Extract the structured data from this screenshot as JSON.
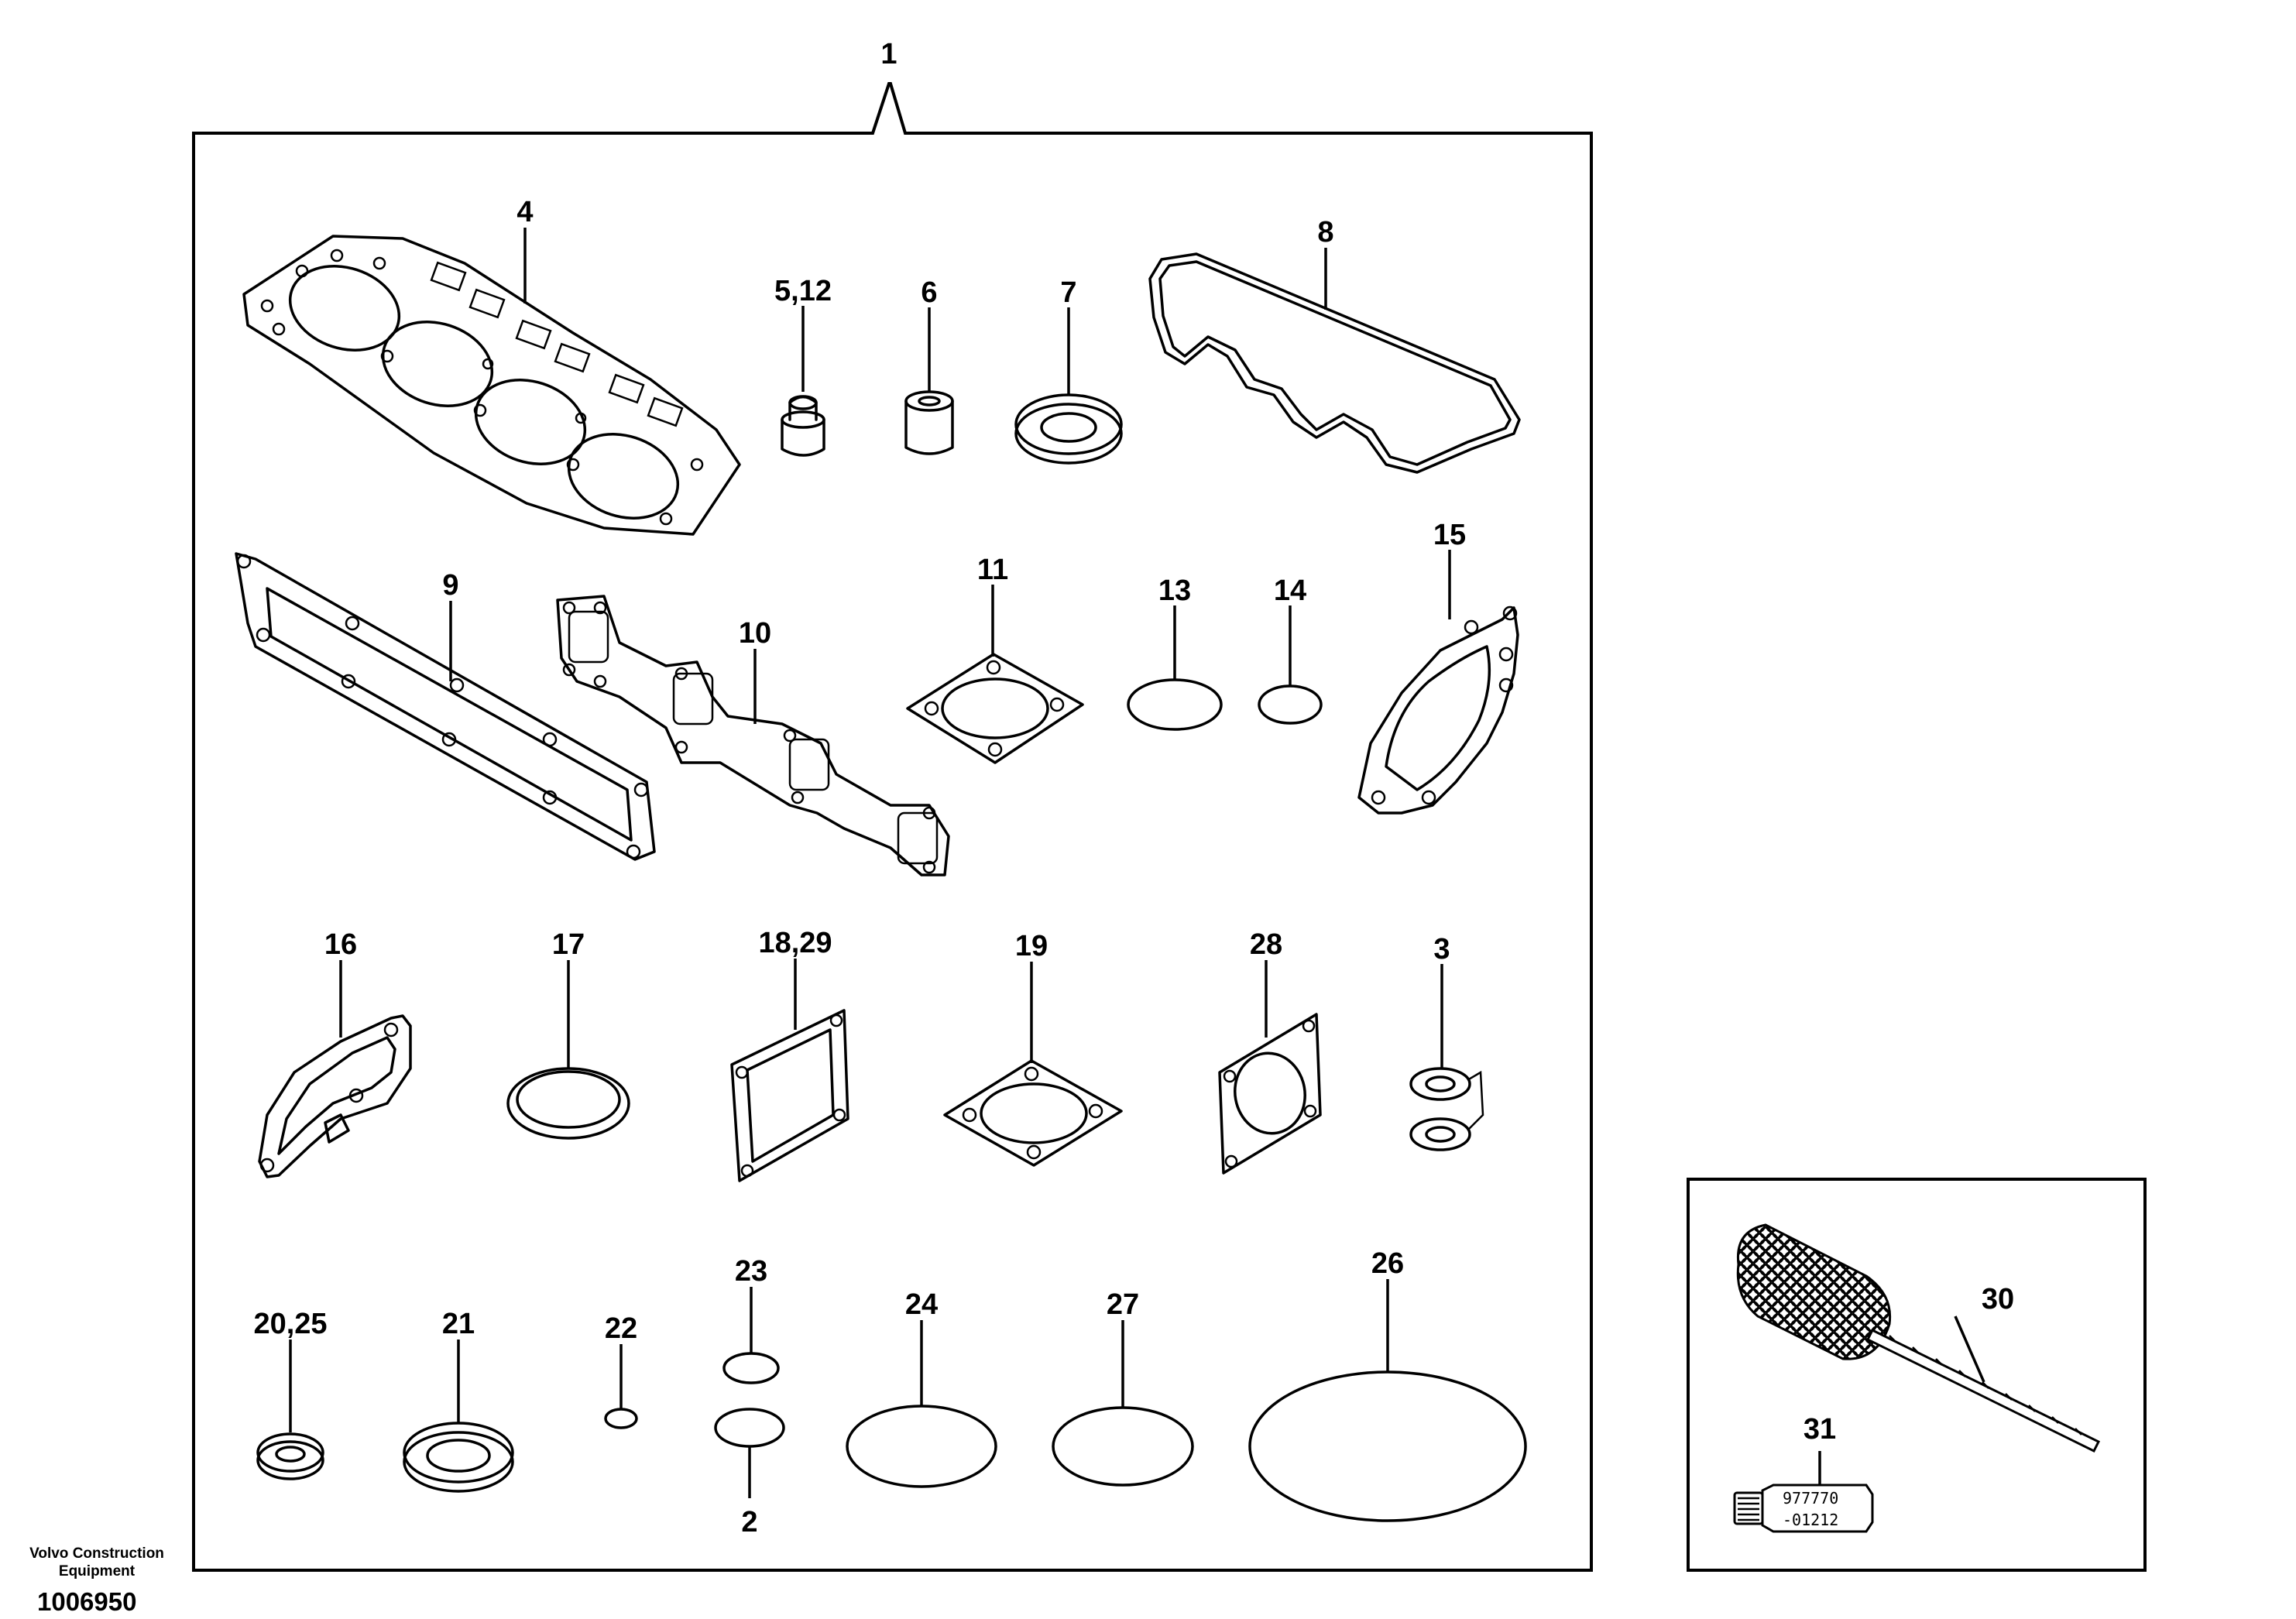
{
  "callouts": {
    "c1": "1",
    "c4": "4",
    "c5_12": "5,12",
    "c6": "6",
    "c7": "7",
    "c8": "8",
    "c9": "9",
    "c10": "10",
    "c11": "11",
    "c13": "13",
    "c14": "14",
    "c15": "15",
    "c16": "16",
    "c17": "17",
    "c18_29": "18,29",
    "c19": "19",
    "c28": "28",
    "c3": "3",
    "c20_25": "20,25",
    "c21": "21",
    "c22": "22",
    "c23": "23",
    "c2": "2",
    "c24": "24",
    "c27": "27",
    "c26": "26",
    "c30": "30",
    "c31": "31"
  },
  "tube_label": {
    "line1": "977770",
    "line2": "-01212"
  },
  "footer": {
    "brand_line1": "Volvo Construction",
    "brand_line2": "Equipment",
    "doc_number": "1006950"
  }
}
